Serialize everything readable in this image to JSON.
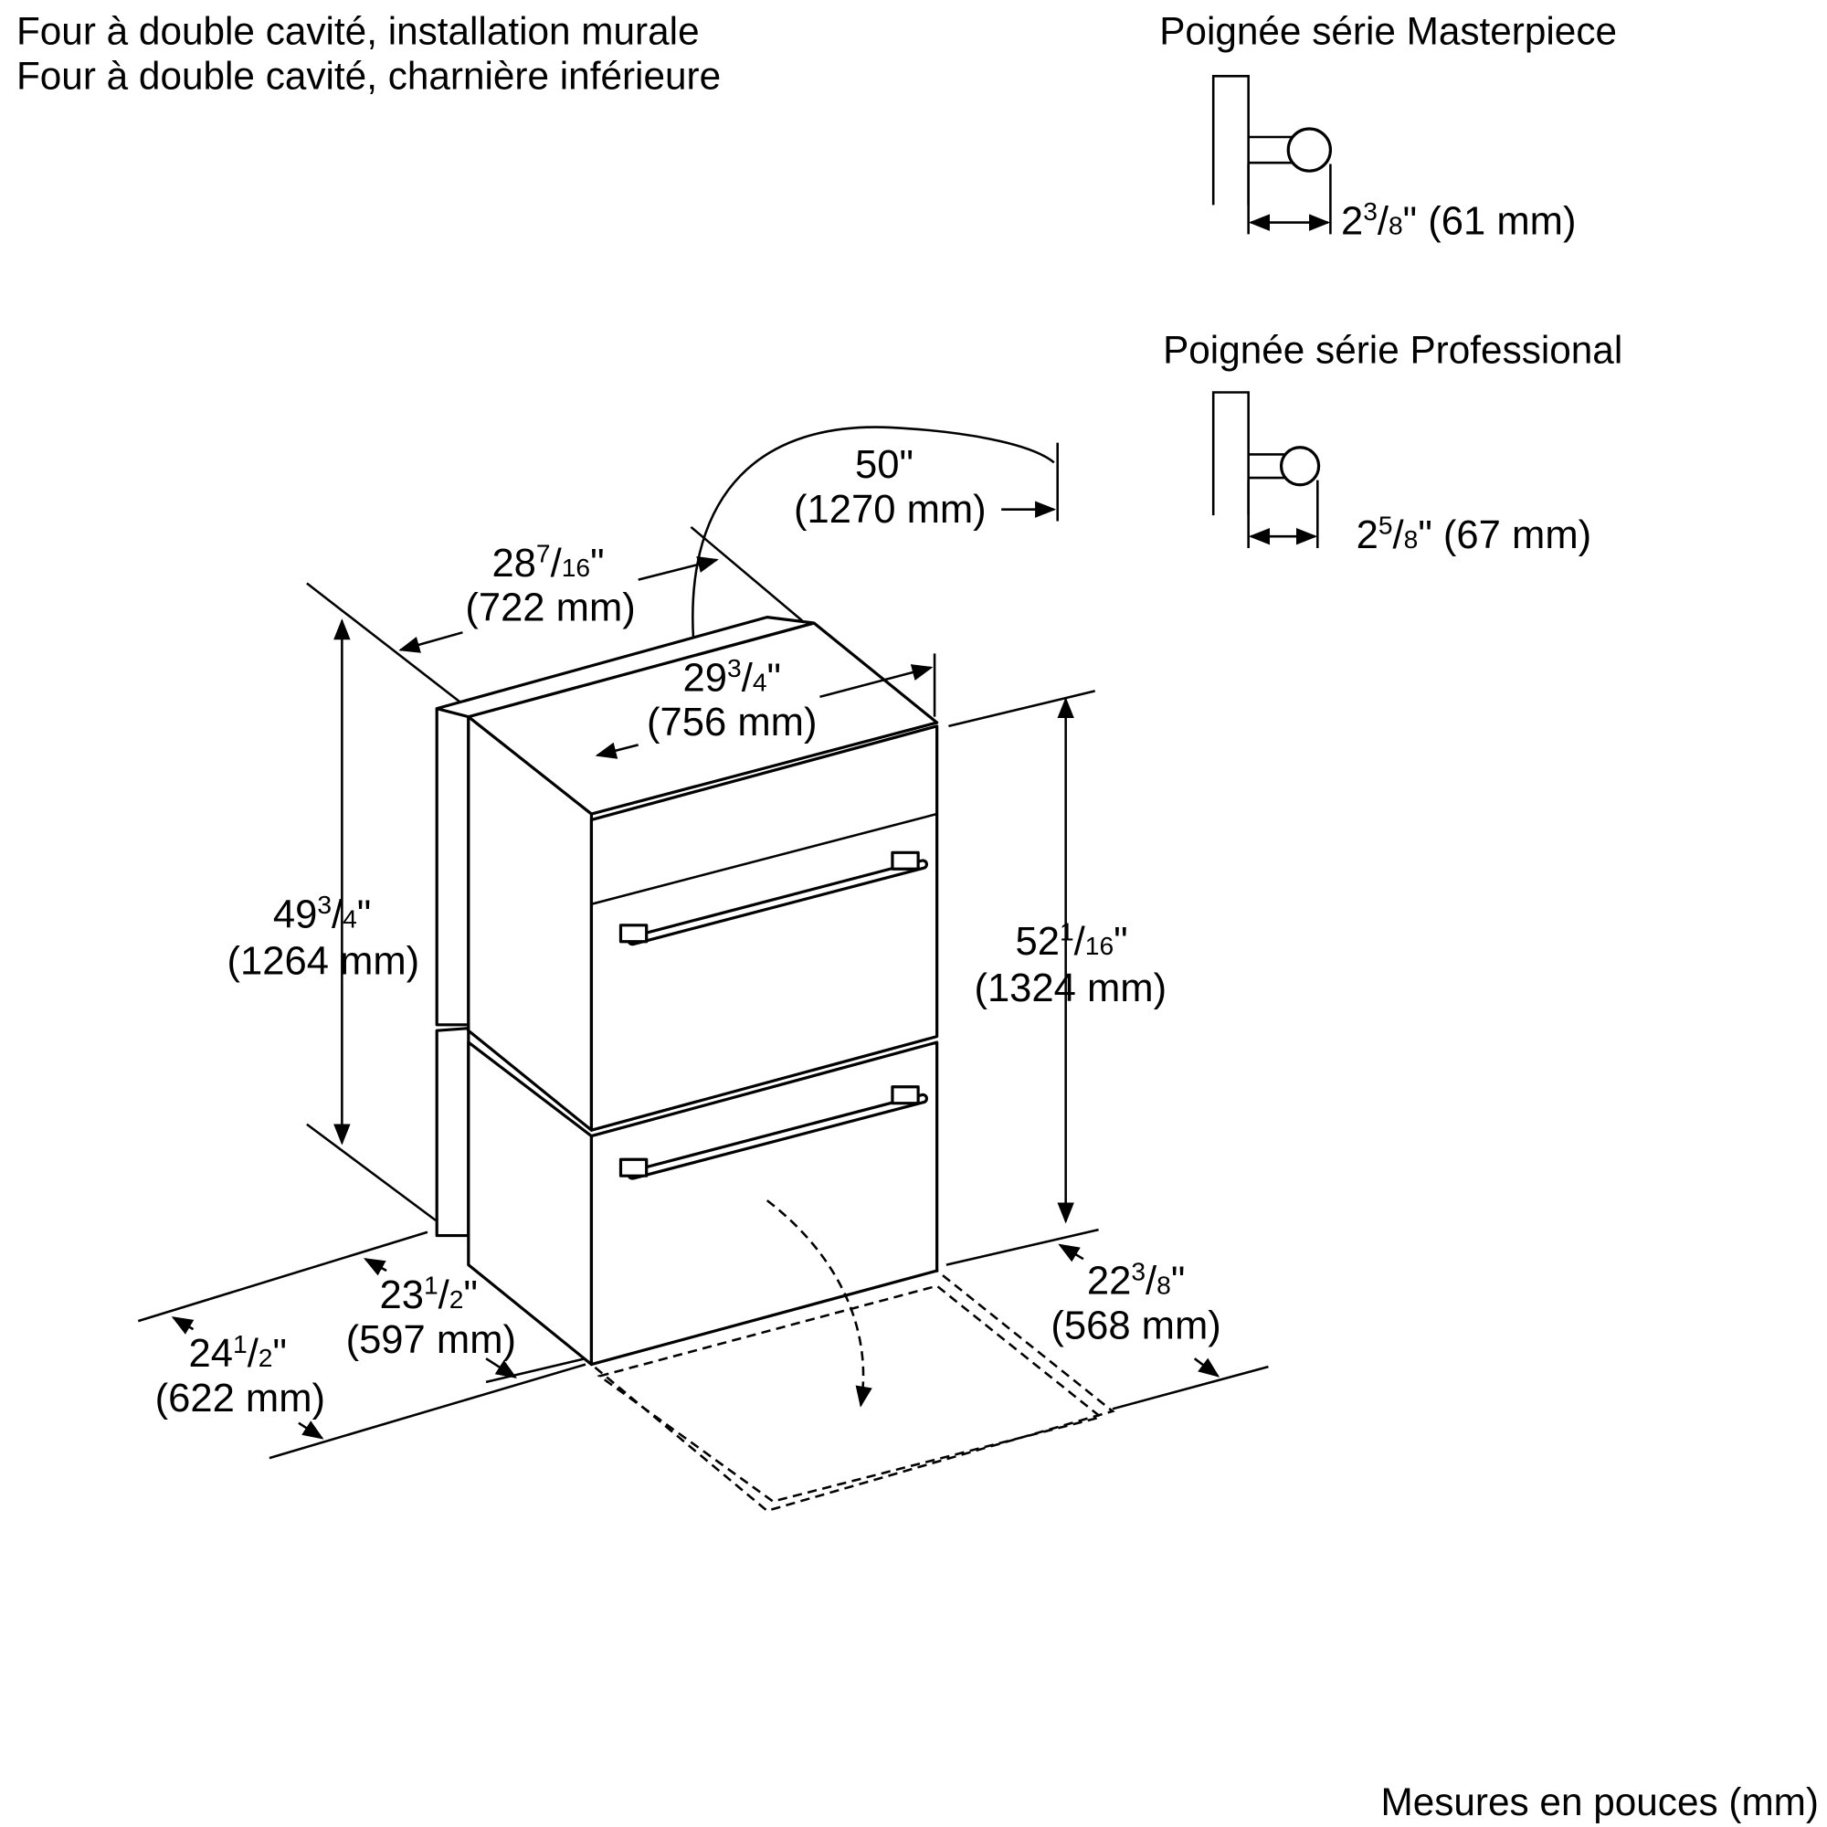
{
  "titles": {
    "line1": "Four à double cavité, installation murale",
    "line2": "Four à double cavité, charnière inférieure"
  },
  "handles": {
    "masterpiece": {
      "label": "Poignée série Masterpiece",
      "whole": "2",
      "num": "3",
      "den": "8",
      "rest": "\" (61 mm)"
    },
    "professional": {
      "label": "Poignée série Professional",
      "whole": "2",
      "num": "5",
      "den": "8",
      "rest": "\" (67 mm)"
    }
  },
  "dims": {
    "cord": {
      "inch": "50\"",
      "mm": "(1270 mm)"
    },
    "depth_top": {
      "whole": "28",
      "num": "7",
      "den": "16",
      "q": "\"",
      "mm": "(722 mm)"
    },
    "width": {
      "whole": "29",
      "num": "3",
      "den": "4",
      "q": "\"",
      "mm": "(756 mm)"
    },
    "height_left": {
      "whole": "49",
      "num": "3",
      "den": "4",
      "q": "\"",
      "mm": "(1264 mm)"
    },
    "height_right": {
      "whole": "52",
      "num": "1",
      "den": "16",
      "q": "\"",
      "mm": "(1324 mm)"
    },
    "depth_a": {
      "whole": "23",
      "num": "1",
      "den": "2",
      "q": "\"",
      "mm": "(597 mm)"
    },
    "depth_b": {
      "whole": "24",
      "num": "1",
      "den": "2",
      "q": "\"",
      "mm": "(622 mm)"
    },
    "door": {
      "whole": "22",
      "num": "3",
      "den": "8",
      "q": "\"",
      "mm": "(568 mm)"
    }
  },
  "footer": "Mesures en pouces (mm)"
}
